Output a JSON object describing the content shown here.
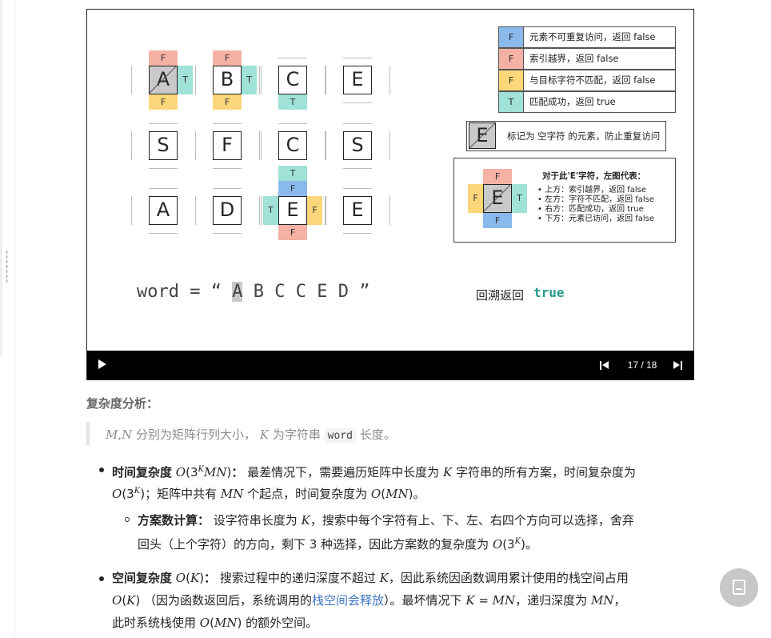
{
  "slide": {
    "grid": [
      [
        "A",
        "B",
        "C",
        "E"
      ],
      [
        "S",
        "F",
        "C",
        "S"
      ],
      [
        "A",
        "D",
        "E",
        "E"
      ]
    ],
    "flags": {
      "F": "F",
      "T": "T"
    },
    "legend": [
      {
        "tag": "F",
        "color": "#8ab9ec",
        "text": "元素不可重复访问，返回 false"
      },
      {
        "tag": "F",
        "color": "#f4b1a4",
        "text": "索引越界，返回 false"
      },
      {
        "tag": "F",
        "color": "#fbd779",
        "text": "与目标字符不匹配，返回 false"
      },
      {
        "tag": "T",
        "color": "#a0e1d8",
        "text": "匹配成功，返回 true"
      }
    ],
    "visited_note": {
      "letter": "E",
      "text": "标记为 空字符 的元素，防止重复访问"
    },
    "explain": {
      "letter": "E",
      "title": "对于此'E'字符，左图代表：",
      "items": [
        "上方：索引越界，返回 false",
        "左方：字符不匹配，返回 false",
        "右方：匹配成功，返回 true",
        "下方：元素已访问，返回 false"
      ]
    },
    "word_label": "word = “",
    "word_letters": [
      "A",
      "B",
      "C",
      "C",
      "E",
      "D"
    ],
    "word_close": "”",
    "result_label": "回溯返回",
    "result_value": "true"
  },
  "player": {
    "counter": "17 / 18"
  },
  "article": {
    "heading": "复杂度分析：",
    "quote_mid": "分别为矩阵行列大小，",
    "quote_k": "为字符串",
    "quote_code": "word",
    "quote_end": "长度。",
    "time_title": "时间复杂度",
    "time_l1a": "最差情况下，需要遍历矩阵中长度为",
    "time_l1b": "字符串的所有方案，时间复杂度为",
    "time_l2a": "；矩阵中共有",
    "time_l2b": "个起点，时间复杂度为",
    "time_l2c": "。",
    "plan_title": "方案数计算：",
    "plan_l1a": "设字符串长度为",
    "plan_l1b": "，搜索中每个字符有上、下、左、右四个方向可以选择，舍弃",
    "plan_l2a": "回头（上个字符）的方向，剩下 3 种选择，因此方案数的复杂度为",
    "plan_l2b": "。",
    "space_title": "空间复杂度",
    "space_l1a": "搜索过程中的递归深度不超过",
    "space_l1b": "，因此系统因函数调用累计使用的栈空间占用",
    "space_l2a": "（因为函数返回后，系统调用的",
    "space_link": "栈空间会释放",
    "space_l2b": "）。最坏情况下",
    "space_l2c": "，递归深度为",
    "space_l2d": "，",
    "space_l3a": "此时系统栈使用",
    "space_l3b": "的额外空间。"
  }
}
